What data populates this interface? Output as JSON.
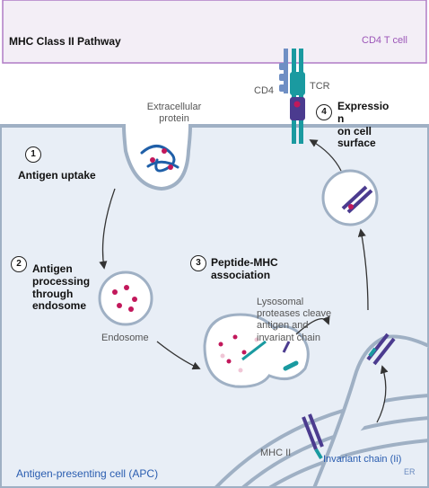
{
  "header": {
    "title": "MHC Class II Pathway",
    "tcell_label": "CD4 T cell"
  },
  "apc": {
    "label": "Antigen-presenting cell (APC)",
    "er_label": "ER"
  },
  "molecules": {
    "cd4": "CD4",
    "tcr": "TCR",
    "extracellular_protein": "Extracellular\nprotein",
    "endosome": "Endosome",
    "proteases": "Lysosomal\nproteases cleave\nantigen and\ninvariant chain",
    "mhc2": "MHC II",
    "invariant_chain": "Invariant chain (Ii)"
  },
  "steps": [
    {
      "number": "1",
      "label": "Antigen uptake"
    },
    {
      "number": "2",
      "label": "Antigen\nprocessing\nthrough\nendosome"
    },
    {
      "number": "3",
      "label": "Peptide-MHC\nassociation"
    },
    {
      "number": "4",
      "label": "Expressio\nn\non cell\nsurface"
    }
  ],
  "colors": {
    "cell_fill": "#e8eef6",
    "membrane": "#9fb0c4",
    "tcell_fill": "#f3eef6",
    "tcell_border": "#b07cc6",
    "mhc": "#4b3b8f",
    "tcr": "#1a9aa0",
    "cd4": "#6f8fc4",
    "antigen": "#c2185b",
    "protein": "#1f5fa8",
    "apc_label": "#2a5db0",
    "arrow": "#333333"
  }
}
